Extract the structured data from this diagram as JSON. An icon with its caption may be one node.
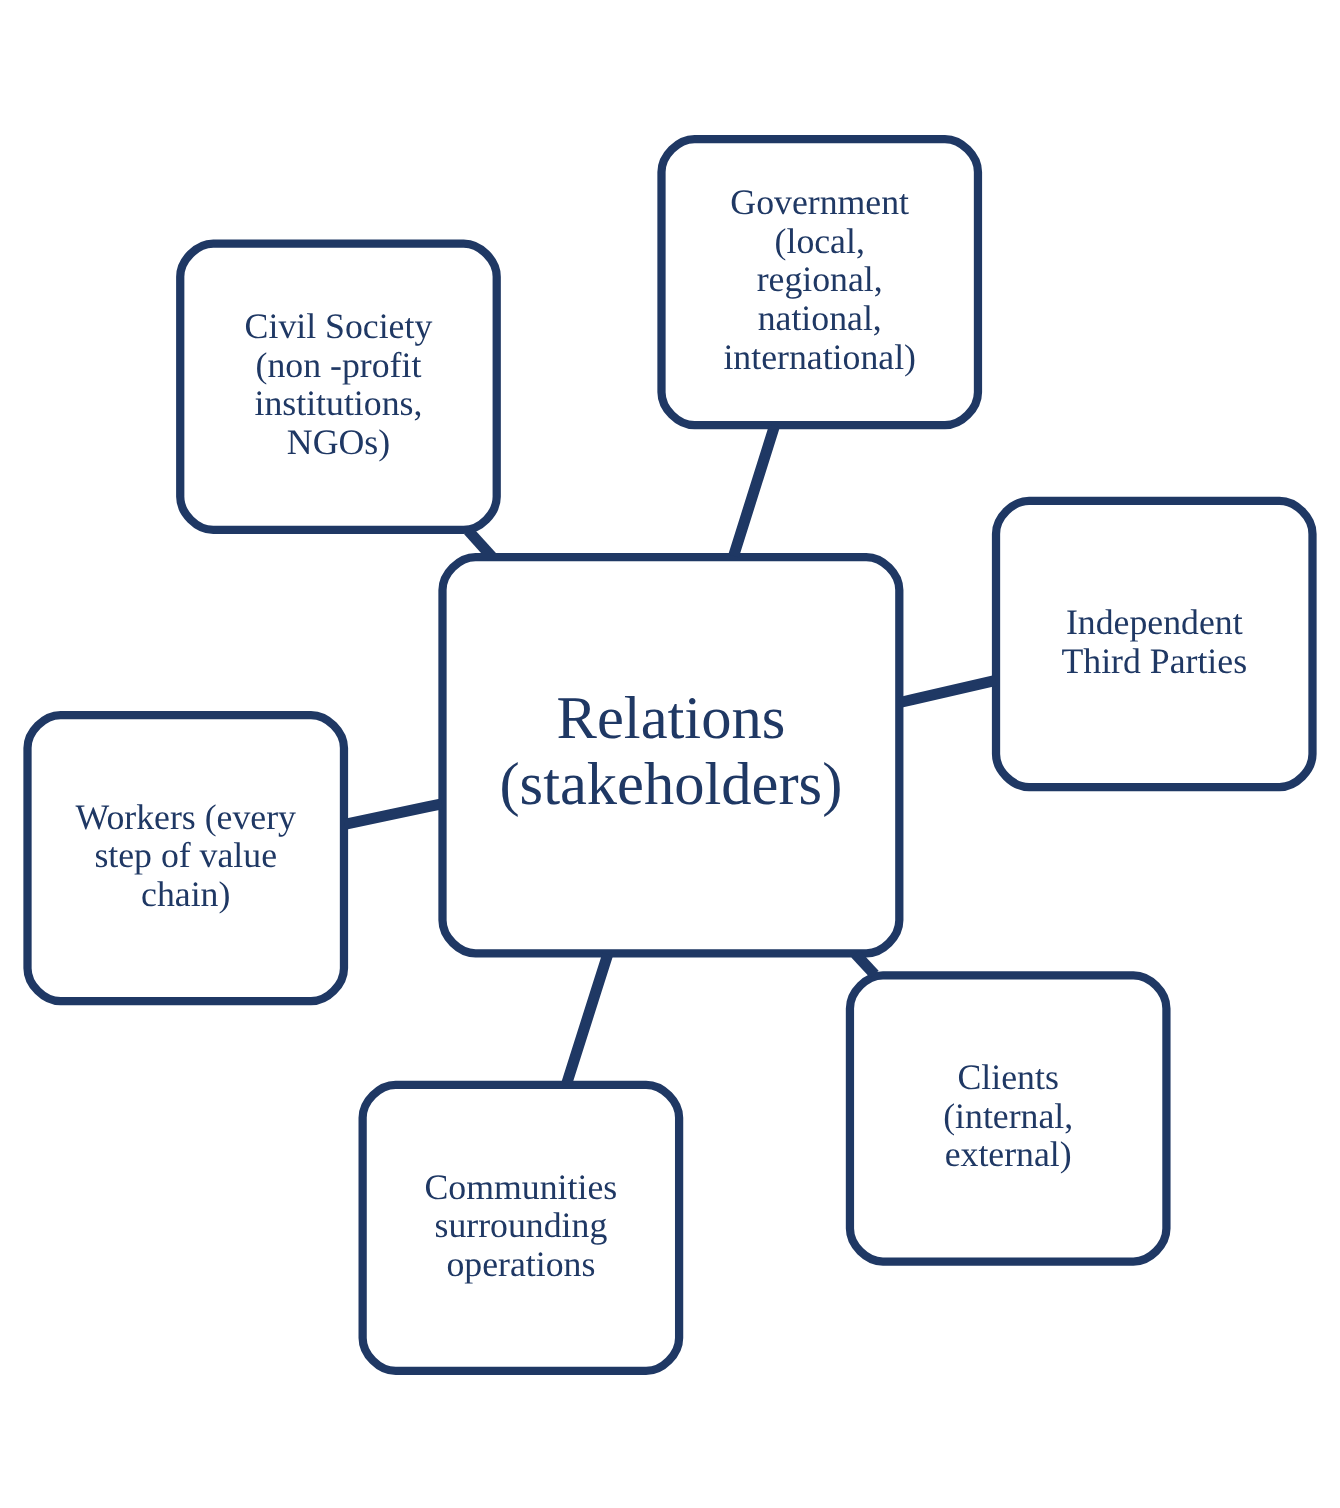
{
  "diagram": {
    "nodes": [
      {
        "text": [
          "Workers (every step of value chain)"
        ]
      },
      {
        "text": [
          "Clients (internal, external)"
        ]
      },
      {
        "text": [
          "Relations (stakeholders)"
        ]
      },
      {
        "text": [
          "Civil Society (non -profit institutions, NGOs)"
        ]
      },
      {
        "text": [
          "Independent Third Parties"
        ]
      },
      {
        "text": [
          "Government (local, regional, national, international)"
        ]
      },
      {
        "text": [
          "Communities surrounding operations"
        ]
      }
    ],
    "edges": [
      {
        "from": 2,
        "to": 0,
        "arrow": "none"
      },
      {
        "from": 2,
        "to": 1,
        "arrow": "none"
      },
      {
        "from": 2,
        "to": 3,
        "arrow": "none"
      },
      {
        "from": 2,
        "to": 4,
        "arrow": "none"
      },
      {
        "from": 2,
        "to": 5,
        "arrow": "none"
      },
      {
        "from": 2,
        "to": 6,
        "arrow": "none"
      }
    ]
  }
}
